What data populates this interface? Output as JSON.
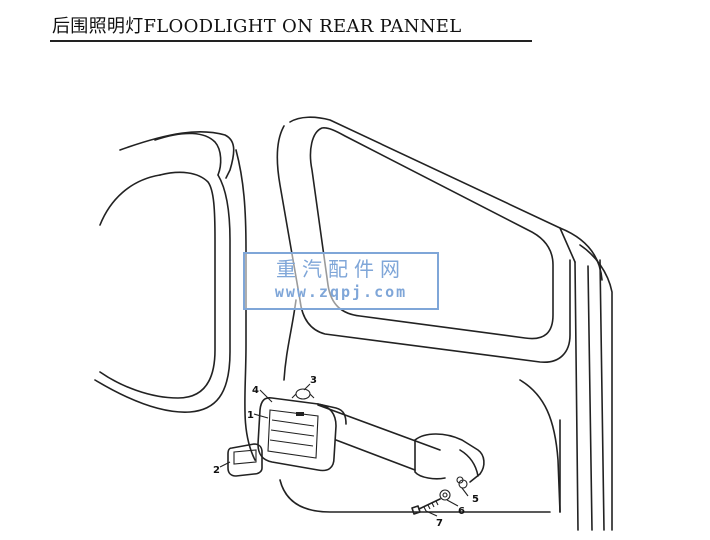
{
  "title": "后围照明灯FLOODLIGHT ON REAR PANNEL",
  "watermark": {
    "cn": "重汽配件网",
    "url": "www.zqpj.com"
  },
  "callouts": [
    "1",
    "2",
    "3",
    "4",
    "5",
    "6",
    "7"
  ],
  "colors": {
    "line": "#222222",
    "watermark": "#7fa6d8"
  }
}
